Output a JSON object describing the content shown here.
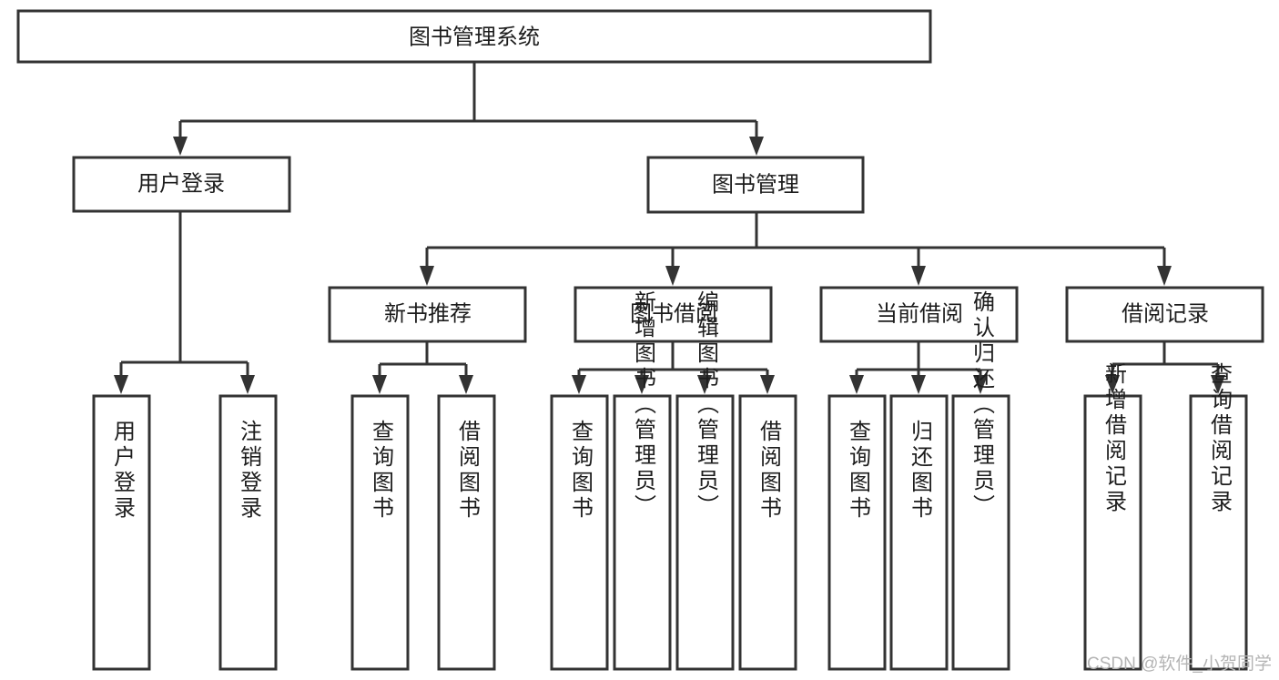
{
  "diagram": {
    "type": "tree-hierarchy-chart",
    "title_node": {
      "id": "root",
      "label": "图书管理系统",
      "level": 0
    },
    "level1": [
      {
        "id": "user-login",
        "label": "用户登录"
      },
      {
        "id": "book-management",
        "label": "图书管理"
      }
    ],
    "level2": [
      {
        "id": "new-book-recommend",
        "label": "新书推荐",
        "parent": "book-management"
      },
      {
        "id": "book-borrow",
        "label": "图书借阅",
        "parent": "book-management"
      },
      {
        "id": "current-borrow",
        "label": "当前借阅",
        "parent": "book-management"
      },
      {
        "id": "borrow-record",
        "label": "借阅记录",
        "parent": "book-management"
      }
    ],
    "leaves": {
      "user-login": [
        {
          "id": "leaf-user-login",
          "label": "用户登录"
        },
        {
          "id": "leaf-logout-login",
          "label": "注销登录"
        }
      ],
      "new-book-recommend": [
        {
          "id": "leaf-query-book-1",
          "label": "查询图书"
        },
        {
          "id": "leaf-borrow-book-1",
          "label": "借阅图书"
        }
      ],
      "book-borrow": [
        {
          "id": "leaf-query-book-2",
          "label": "查询图书"
        },
        {
          "id": "leaf-add-book",
          "label": "新增图书（管理员）"
        },
        {
          "id": "leaf-edit-book",
          "label": "编辑图书（管理员）"
        },
        {
          "id": "leaf-borrow-book-2",
          "label": "借阅图书"
        }
      ],
      "current-borrow": [
        {
          "id": "leaf-query-book-3",
          "label": "查询图书"
        },
        {
          "id": "leaf-return-book",
          "label": "归还图书"
        },
        {
          "id": "leaf-confirm-return",
          "label": "确认归还（管理员）"
        }
      ],
      "borrow-record": [
        {
          "id": "leaf-add-record",
          "label": "新增借阅记录"
        },
        {
          "id": "leaf-query-record",
          "label": "查询借阅记录"
        }
      ]
    }
  },
  "watermark": {
    "text": "CSDN @软件_小贺同学"
  },
  "colors": {
    "stroke": "#333333",
    "fill": "#ffffff",
    "text": "#1d1d1d",
    "watermark": "#b4b4b4"
  }
}
